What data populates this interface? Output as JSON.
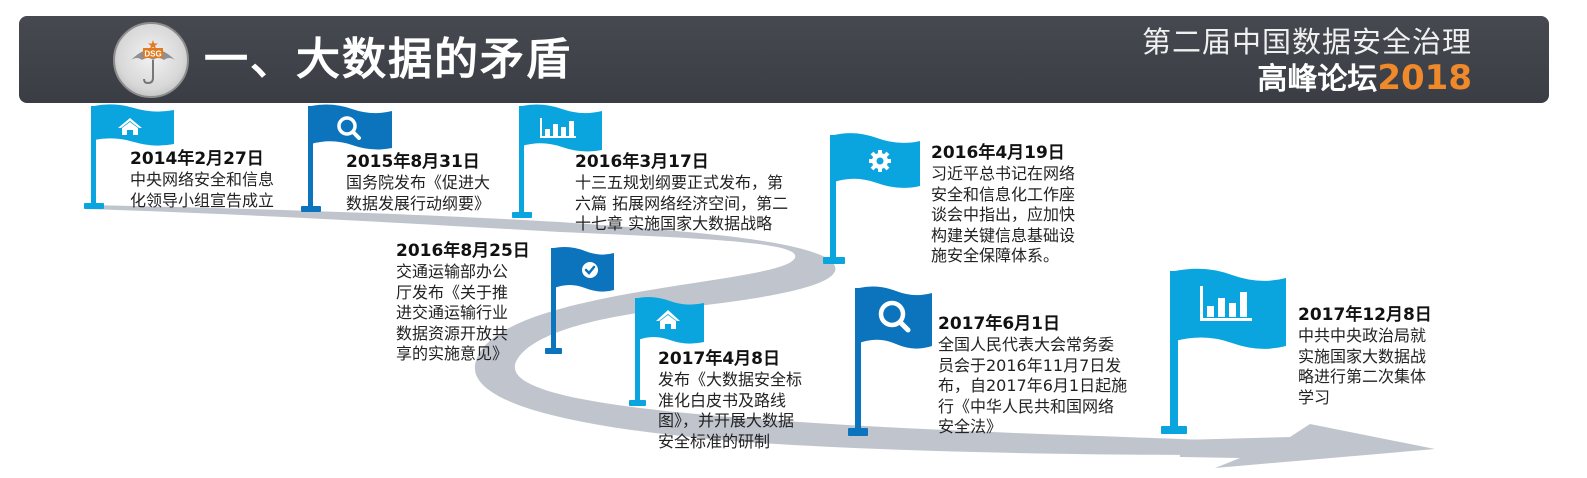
{
  "header": {
    "logo_text": "DSG",
    "title": "一、大数据的矛盾",
    "forum_line1": "第二届中国数据安全治理",
    "forum_line2": "高峰论坛",
    "forum_year": "2018"
  },
  "colors": {
    "header_bg": "#3e4248",
    "flag_light": "#0aa5df",
    "flag_dark": "#0b74bc",
    "road": "#c0c5cd",
    "year_accent": "#f0892a"
  },
  "timeline": [
    {
      "date": "2014年2月27日",
      "lines": [
        "中央网络安全和信息",
        "化领导小组宣告成立"
      ],
      "icon": "home-icon",
      "flag_color": "light"
    },
    {
      "date": "2015年8月31日",
      "lines": [
        "国务院发布《促进大",
        "数据发展行动纲要》"
      ],
      "icon": "search-icon",
      "flag_color": "dark"
    },
    {
      "date": "2016年3月17日",
      "lines": [
        "十三五规划纲要正式发布，第",
        "六篇 拓展网络经济空间，第二",
        "十七章 实施国家大数据战略"
      ],
      "icon": "bar-chart-icon",
      "flag_color": "light"
    },
    {
      "date": "2016年4月19日",
      "lines": [
        "习近平总书记在网络",
        "安全和信息化工作座",
        "谈会中指出，应加快",
        "构建关键信息基础设",
        "施安全保障体系。"
      ],
      "icon": "gear-icon",
      "flag_color": "light"
    },
    {
      "date": "2016年8月25日",
      "lines": [
        "交通运输部办公",
        "厅发布《关于推",
        "进交通运输行业",
        "数据资源开放共",
        "享的实施意见》"
      ],
      "icon": "check-circle-icon",
      "flag_color": "dark"
    },
    {
      "date": "2017年4月8日",
      "lines": [
        "发布《大数据安全标",
        "准化白皮书及路线",
        "图》，并开展大数据",
        "安全标准的研制"
      ],
      "icon": "home-icon",
      "flag_color": "light"
    },
    {
      "date": "2017年6月1日",
      "lines": [
        "全国人民代表大会常务委",
        "员会于2016年11月7日发",
        "布，自2017年6月1日起施",
        "行《中华人民共和国网络",
        "安全法》"
      ],
      "icon": "search-icon",
      "flag_color": "dark"
    },
    {
      "date": "2017年12月8日",
      "lines": [
        "中共中央政治局就",
        "实施国家大数据战",
        "略进行第二次集体",
        "学习"
      ],
      "icon": "bar-chart-icon",
      "flag_color": "light"
    }
  ]
}
